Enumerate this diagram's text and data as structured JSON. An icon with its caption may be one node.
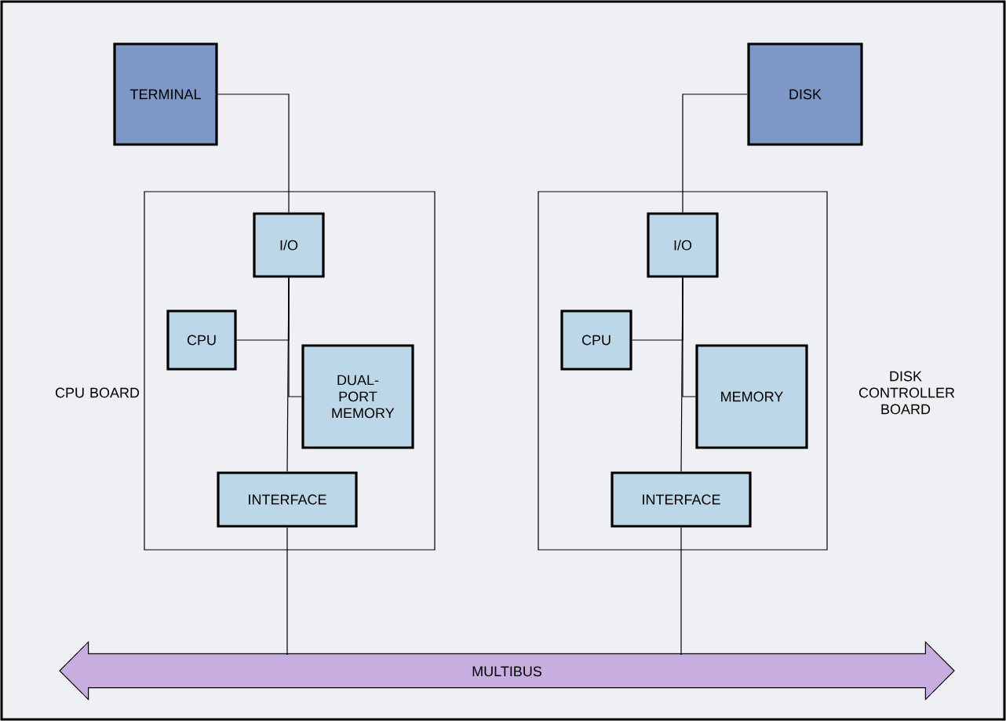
{
  "diagram": {
    "nodes": [
      {
        "text": [
          "TERMINAL"
        ]
      },
      {
        "text": [
          "DISK"
        ]
      },
      {
        "text": [
          "CPU BOARD"
        ]
      },
      {
        "text": [
          "I/O"
        ],
        "in": 2
      },
      {
        "text": [
          "CPU"
        ],
        "in": 2
      },
      {
        "text": [
          "DUAL-PORT MEMORY"
        ],
        "in": 2
      },
      {
        "text": [
          "INTERFACE"
        ],
        "in": 2
      },
      {
        "text": [
          "DISK CONTROLLER BOARD"
        ]
      },
      {
        "text": [
          "I/O"
        ],
        "in": 7
      },
      {
        "text": [
          "CPU"
        ],
        "in": 7
      },
      {
        "text": [
          "MEMORY"
        ],
        "in": 7
      },
      {
        "text": [
          "INTERFACE"
        ],
        "in": 7
      },
      {
        "text": [
          "MULTIBUS"
        ]
      }
    ],
    "edges": [
      {
        "from": 0,
        "to": 3,
        "arrow": "none"
      },
      {
        "from": 4,
        "to": 3,
        "arrow": "none"
      },
      {
        "from": 5,
        "to": 3,
        "arrow": "none"
      },
      {
        "from": 3,
        "to": 6,
        "arrow": "none"
      },
      {
        "from": 6,
        "to": 12,
        "arrow": "none"
      },
      {
        "from": 1,
        "to": 8,
        "arrow": "none"
      },
      {
        "from": 9,
        "to": 8,
        "arrow": "none"
      },
      {
        "from": 10,
        "to": 8,
        "arrow": "none"
      },
      {
        "from": 8,
        "to": 11,
        "arrow": "none"
      },
      {
        "from": 11,
        "to": 12,
        "arrow": "none"
      }
    ]
  }
}
